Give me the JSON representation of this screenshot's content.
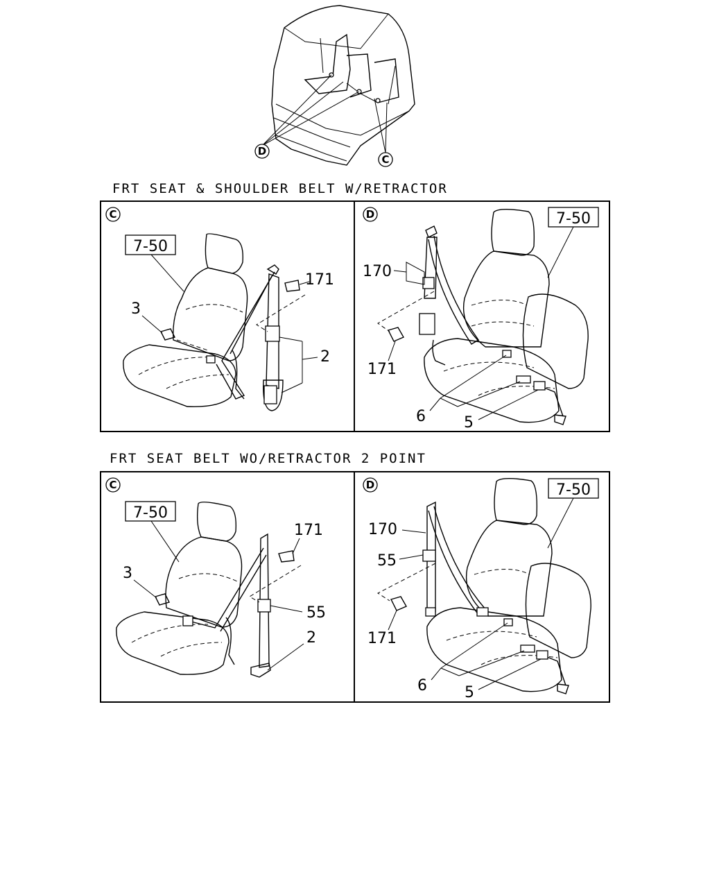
{
  "overview": {
    "callout_d": "D",
    "callout_c": "C"
  },
  "sections": [
    {
      "title": "FRT SEAT & SHOULDER BELT W/RETRACTOR",
      "panel_c": {
        "callout": "C",
        "ref": "7-50",
        "labels": [
          "3",
          "171",
          "2"
        ]
      },
      "panel_d": {
        "callout": "D",
        "ref": "7-50",
        "labels": [
          "170",
          "171",
          "6",
          "5"
        ]
      }
    },
    {
      "title": "FRT SEAT BELT WO/RETRACTOR 2 POINT",
      "panel_c": {
        "callout": "C",
        "ref": "7-50",
        "labels": [
          "3",
          "171",
          "55",
          "2"
        ]
      },
      "panel_d": {
        "callout": "D",
        "ref": "7-50",
        "labels": [
          "170",
          "55",
          "171",
          "6",
          "5"
        ]
      }
    }
  ]
}
